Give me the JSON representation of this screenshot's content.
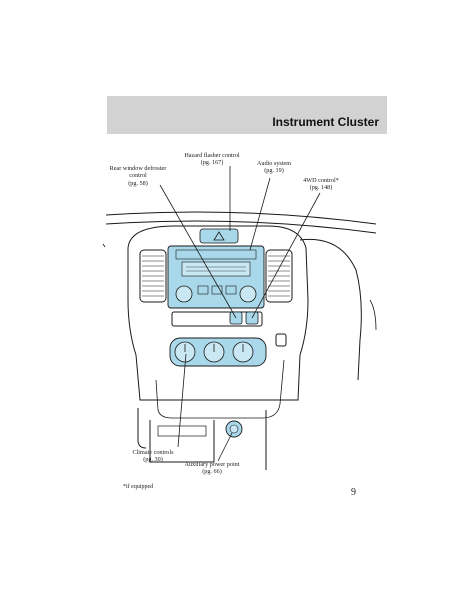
{
  "header": {
    "title": "Instrument Cluster"
  },
  "callouts": {
    "rear_defroster": {
      "line1": "Rear window defroster",
      "line2": "control",
      "line3": "(pg. 58)"
    },
    "hazard": {
      "line1": "Hazard flasher control",
      "line2": "(pg. 167)"
    },
    "audio": {
      "line1": "Audio system",
      "line2": "(pg. 19)"
    },
    "fwd": {
      "line1": "4WD control*",
      "line2": "(pg. 148)"
    },
    "climate": {
      "line1": "Climate controls",
      "line2": "(pg. 30)"
    },
    "aux_power": {
      "line1": "Auxiliary power point",
      "line2": "(pg. 66)"
    }
  },
  "footnote": "*if equipped",
  "page_number": "9",
  "colors": {
    "highlight": "#a9d8ea",
    "header_band": "#d2d2d2",
    "line": "#1a1a1a"
  }
}
